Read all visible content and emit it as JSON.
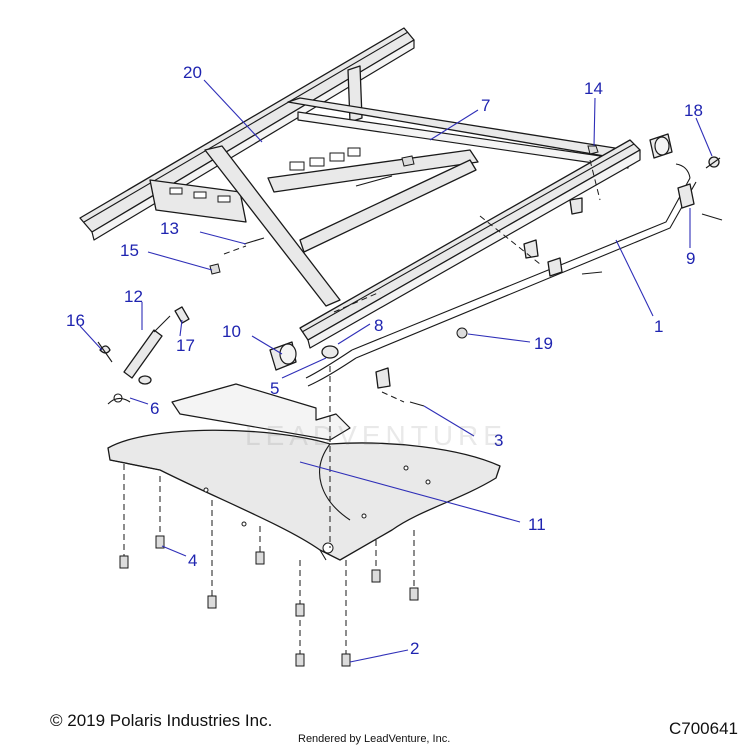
{
  "callouts": [
    {
      "id": "c1",
      "label": "1"
    },
    {
      "id": "c2",
      "label": "2"
    },
    {
      "id": "c3",
      "label": "3"
    },
    {
      "id": "c4",
      "label": "4"
    },
    {
      "id": "c5",
      "label": "5"
    },
    {
      "id": "c6",
      "label": "6"
    },
    {
      "id": "c7",
      "label": "7"
    },
    {
      "id": "c8",
      "label": "8"
    },
    {
      "id": "c9",
      "label": "9"
    },
    {
      "id": "c10",
      "label": "10"
    },
    {
      "id": "c11",
      "label": "11"
    },
    {
      "id": "c12",
      "label": "12"
    },
    {
      "id": "c13",
      "label": "13"
    },
    {
      "id": "c14",
      "label": "14"
    },
    {
      "id": "c15",
      "label": "15"
    },
    {
      "id": "c16",
      "label": "16"
    },
    {
      "id": "c17",
      "label": "17"
    },
    {
      "id": "c18",
      "label": "18"
    },
    {
      "id": "c19",
      "label": "19"
    },
    {
      "id": "c20",
      "label": "20"
    }
  ],
  "footer": {
    "copyright": "© 2019 Polaris Industries Inc.",
    "drawing_code": "C700641",
    "rendered_by": "Rendered by LeadVenture, Inc."
  },
  "watermark": "LEADVENTURE",
  "colors": {
    "callout": "#1f24b0",
    "line": "#1a1a1a"
  }
}
